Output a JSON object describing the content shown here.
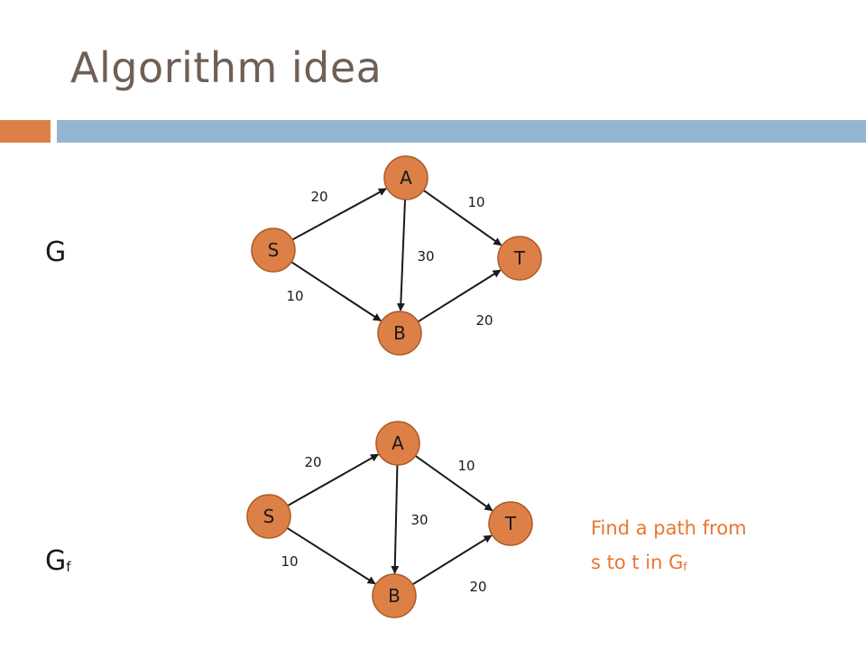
{
  "slide": {
    "title": "Algorithm idea",
    "note_line1": "Find a path from",
    "note_line2_prefix": "s to t in G",
    "note_line2_sub": "f"
  },
  "graphs": [
    {
      "label": "G",
      "label_sub": "",
      "nodes": [
        {
          "id": "S",
          "label": "S"
        },
        {
          "id": "A",
          "label": "A"
        },
        {
          "id": "T",
          "label": "T"
        },
        {
          "id": "B",
          "label": "B"
        }
      ],
      "edges": [
        {
          "from": "S",
          "to": "A",
          "weight": "20"
        },
        {
          "from": "A",
          "to": "T",
          "weight": "10"
        },
        {
          "from": "A",
          "to": "B",
          "weight": "30"
        },
        {
          "from": "S",
          "to": "B",
          "weight": "10"
        },
        {
          "from": "B",
          "to": "T",
          "weight": "20"
        }
      ]
    },
    {
      "label": "G",
      "label_sub": "f",
      "nodes": [
        {
          "id": "S",
          "label": "S"
        },
        {
          "id": "A",
          "label": "A"
        },
        {
          "id": "T",
          "label": "T"
        },
        {
          "id": "B",
          "label": "B"
        }
      ],
      "edges": [
        {
          "from": "S",
          "to": "A",
          "weight": "20"
        },
        {
          "from": "A",
          "to": "T",
          "weight": "10"
        },
        {
          "from": "A",
          "to": "B",
          "weight": "30"
        },
        {
          "from": "S",
          "to": "B",
          "weight": "10"
        },
        {
          "from": "B",
          "to": "T",
          "weight": "20"
        }
      ]
    }
  ],
  "colors": {
    "title": "#6f5f55",
    "accent": "#dd8047",
    "bar": "#94b6d2",
    "node": "#dd8047",
    "note": "#e8772e"
  }
}
